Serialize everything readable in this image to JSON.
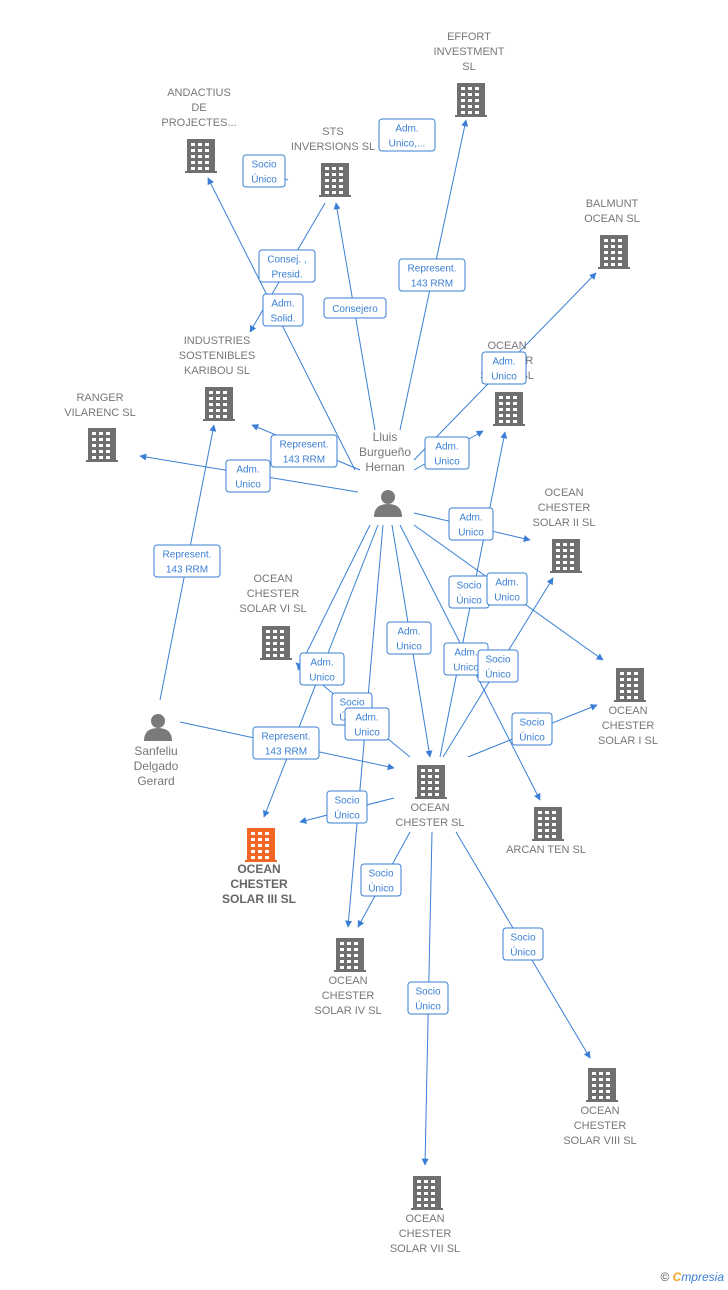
{
  "nodes": {
    "effort": {
      "label": [
        "EFFORT",
        "INVESTMENT",
        "SL"
      ],
      "kind": "company"
    },
    "andactius": {
      "label": [
        "ANDACTIUS",
        "DE",
        "PROJECTES..."
      ],
      "kind": "company"
    },
    "sts": {
      "label": [
        "STS",
        "INVERSIONS SL"
      ],
      "kind": "company"
    },
    "balmunt": {
      "label": [
        "BALMUNT",
        "OCEAN  SL"
      ],
      "kind": "company"
    },
    "industries": {
      "label": [
        "INDUSTRIES",
        "SOSTENIBLES",
        "KARIBOU  SL"
      ],
      "kind": "company"
    },
    "ranger": {
      "label": [
        "RANGER",
        "VILARENC  SL"
      ],
      "kind": "company"
    },
    "ocean_mid": {
      "label": [
        "OCEAN",
        "CHESTER",
        "SOLAR  SL"
      ],
      "kind": "company"
    },
    "solar2": {
      "label": [
        "OCEAN",
        "CHESTER",
        "SOLAR II  SL"
      ],
      "kind": "company"
    },
    "solar6": {
      "label": [
        "OCEAN",
        "CHESTER",
        "SOLAR VI  SL"
      ],
      "kind": "company"
    },
    "solar1": {
      "label": [
        "OCEAN",
        "CHESTER",
        "SOLAR I  SL"
      ],
      "kind": "company"
    },
    "chester": {
      "label": [
        "OCEAN",
        "CHESTER  SL"
      ],
      "kind": "company"
    },
    "arcan": {
      "label": [
        "ARCAN TEN  SL"
      ],
      "kind": "company"
    },
    "solar3": {
      "label": [
        "OCEAN",
        "CHESTER",
        "SOLAR III  SL"
      ],
      "kind": "focus"
    },
    "solar4": {
      "label": [
        "OCEAN",
        "CHESTER",
        "SOLAR IV  SL"
      ],
      "kind": "company"
    },
    "solar8": {
      "label": [
        "OCEAN",
        "CHESTER",
        "SOLAR VIII  SL"
      ],
      "kind": "company"
    },
    "solar7": {
      "label": [
        "OCEAN",
        "CHESTER",
        "SOLAR VII  SL"
      ],
      "kind": "company"
    },
    "lluis": {
      "label": [
        "Lluis",
        "Burgueño",
        "Hernan"
      ],
      "kind": "person"
    },
    "sanfeliu": {
      "label": [
        "Sanfeliu",
        "Delgado",
        "Gerard"
      ],
      "kind": "person"
    }
  },
  "relations": [
    {
      "id": "r1",
      "lines": [
        "Adm.",
        "Unico,..."
      ]
    },
    {
      "id": "r2",
      "lines": [
        "Socio",
        "Único"
      ]
    },
    {
      "id": "r3",
      "lines": [
        "Consej. ,",
        "Presid."
      ]
    },
    {
      "id": "r4",
      "lines": [
        "Adm.",
        "Solid."
      ]
    },
    {
      "id": "r5",
      "lines": [
        "Consejero"
      ]
    },
    {
      "id": "r6",
      "lines": [
        "Represent.",
        "143 RRM"
      ]
    },
    {
      "id": "r7",
      "lines": [
        "Adm.",
        "Unico"
      ]
    },
    {
      "id": "r8",
      "lines": [
        "Represent.",
        "143 RRM"
      ]
    },
    {
      "id": "r9",
      "lines": [
        "Adm.",
        "Unico"
      ]
    },
    {
      "id": "r10",
      "lines": [
        "Adm.",
        "Unico"
      ]
    },
    {
      "id": "r11",
      "lines": [
        "Adm.",
        "Unico"
      ]
    },
    {
      "id": "r12",
      "lines": [
        "Represent.",
        "143 RRM"
      ]
    },
    {
      "id": "r13",
      "lines": [
        "Socio",
        "Único"
      ]
    },
    {
      "id": "r14",
      "lines": [
        "Adm.",
        "Unico"
      ]
    },
    {
      "id": "r15",
      "lines": [
        "Adm.",
        "Unico"
      ]
    },
    {
      "id": "r16",
      "lines": [
        "Adm.",
        "Unico"
      ]
    },
    {
      "id": "r17",
      "lines": [
        "Adm.",
        "Unico"
      ]
    },
    {
      "id": "r18",
      "lines": [
        "Socio",
        "Único"
      ]
    },
    {
      "id": "r19",
      "lines": [
        "Socio",
        "Único"
      ]
    },
    {
      "id": "r20",
      "lines": [
        "Adm.",
        "Unico"
      ]
    },
    {
      "id": "r21",
      "lines": [
        "Represent.",
        "143 RRM"
      ]
    },
    {
      "id": "r22",
      "lines": [
        "Socio",
        "Único"
      ]
    },
    {
      "id": "r23",
      "lines": [
        "Socio",
        "Único"
      ]
    },
    {
      "id": "r24",
      "lines": [
        "Socio",
        "Único"
      ]
    },
    {
      "id": "r25",
      "lines": [
        "Socio",
        "Único"
      ]
    }
  ],
  "footer": {
    "copyright": "©",
    "brand_first": "C",
    "brand_rest": "mpresia"
  },
  "colors": {
    "edge": "#3a7fd5",
    "building": "#6f6f6f",
    "focus": "#f26522"
  }
}
